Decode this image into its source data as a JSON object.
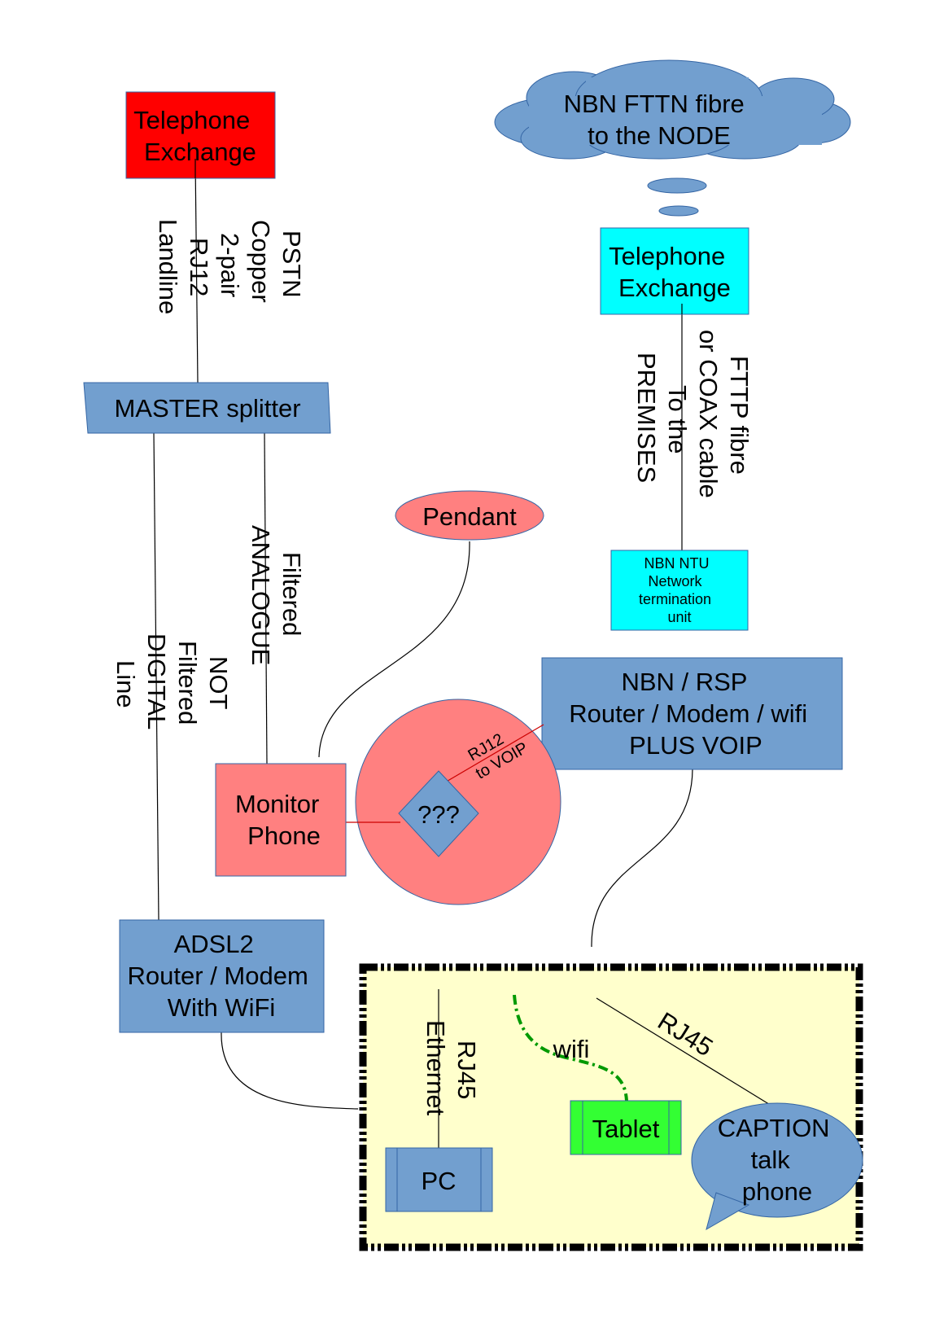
{
  "nodes": {
    "telephone_exchange_old": {
      "line1": "Telephone",
      "line2": "Exchange"
    },
    "nbn_cloud": {
      "line1": "NBN FTTN fibre",
      "line2": "to the NODE"
    },
    "telephone_exchange_nbn": {
      "line1": "Telephone",
      "line2": "Exchange"
    },
    "master_splitter": {
      "label": "MASTER splitter"
    },
    "pendant": {
      "label": "Pendant"
    },
    "nbn_ntu": {
      "line1": "NBN NTU",
      "line2": "Network",
      "line3": "termination",
      "line4": "unit"
    },
    "nbn_rsp_router": {
      "line1": "NBN / RSP",
      "line2": "Router / Modem / wifi",
      "line3": "PLUS VOIP"
    },
    "monitor_phone": {
      "line1": "Monitor",
      "line2": "Phone"
    },
    "unknown_device": {
      "label": "???"
    },
    "adsl2_router": {
      "line1": "ADSL2",
      "line2": "Router / Modem",
      "line3": "With WiFi"
    },
    "pc": {
      "label": "PC"
    },
    "tablet": {
      "label": "Tablet"
    },
    "caption_phone": {
      "line1": "CAPTION",
      "line2": "talk",
      "line3": "phone"
    }
  },
  "connections": {
    "pstn": {
      "line1": "PSTN",
      "line2": "Copper",
      "line3": "2-pair",
      "line4": "RJ12",
      "line5": "Landline"
    },
    "fttp": {
      "line1": "FTTP fibre",
      "line2": "or COAX cable",
      "line3": "To the",
      "line4": "PREMISES"
    },
    "filtered": {
      "line1": "Filtered",
      "line2": "ANALOGUE"
    },
    "not_filtered": {
      "line1": "NOT",
      "line2": "Filtered",
      "line3": "DIGITAL",
      "line4": "Line"
    },
    "rj12_voip": {
      "line1": "RJ12",
      "line2": "to VOIP"
    },
    "rj45_ethernet": {
      "line1": "RJ45",
      "line2": "Ethernet"
    },
    "wifi": {
      "label": "wifi"
    },
    "rj45_caption": {
      "label": "RJ45"
    }
  },
  "colors": {
    "exchange_red": "#ff0000",
    "exchange_cyan": "#00ffff",
    "box_blue": "#729fcf",
    "pink": "#ff8080",
    "tablet_green": "#33ff33",
    "home_fill": "#ffffcc",
    "wifi_green": "#009900"
  }
}
